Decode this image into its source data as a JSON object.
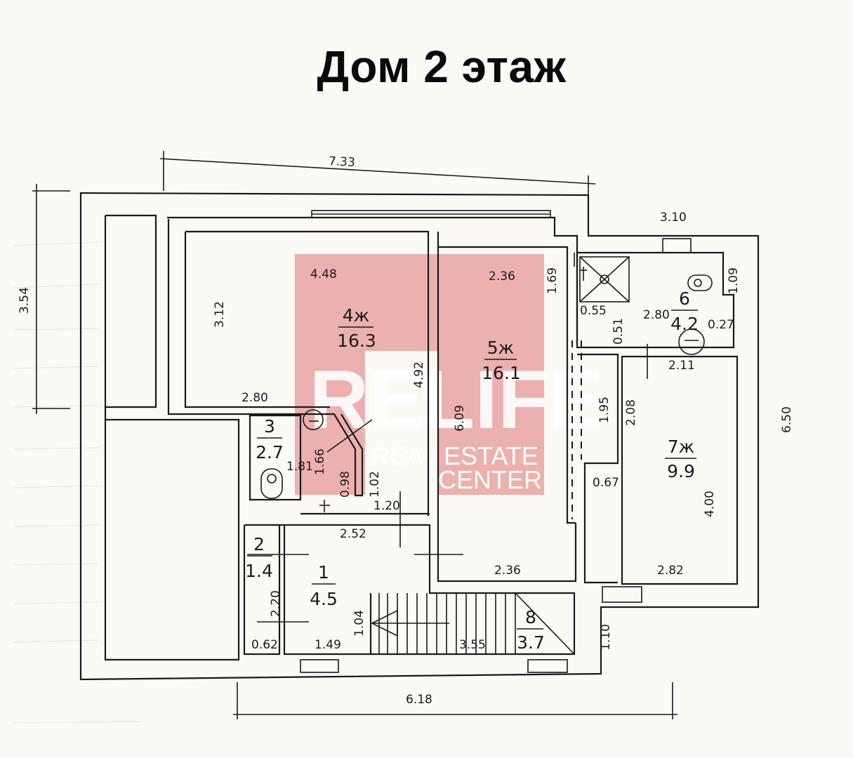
{
  "title": "Дом 2 этаж",
  "rooms": [
    {
      "number": "1",
      "area": "4.5"
    },
    {
      "number": "2",
      "area": "1.4"
    },
    {
      "number": "3",
      "area": "2.7"
    },
    {
      "number": "4ж",
      "area": "16.3"
    },
    {
      "number": "5ж",
      "area": "16.1"
    },
    {
      "number": "6",
      "area": "4.2"
    },
    {
      "number": "7ж",
      "area": "9.9"
    },
    {
      "number": "8",
      "area": "3.7"
    }
  ],
  "dimensions": [
    "7.33",
    "3.54",
    "3.10",
    "4.48",
    "3.12",
    "2.36",
    "1.69",
    "1.09",
    "0.55",
    "2.80",
    "0.27",
    "0.51",
    "2.11",
    "4.92",
    "2.80",
    "6.09",
    "1.95",
    "2.08",
    "6.50",
    "1.81",
    "1.66",
    "0.98",
    "1.02",
    "0.67",
    "4.00",
    "1.20",
    "2.52",
    "2.36",
    "2.82",
    "2.20",
    "1.04",
    "0.62",
    "1.49",
    "3.55",
    "1.10",
    "6.18"
  ],
  "watermark": {
    "brand": "RELIFE",
    "line1": "REAL ESTATE",
    "line2": "CENTER",
    "color": "#e8a0a0"
  }
}
